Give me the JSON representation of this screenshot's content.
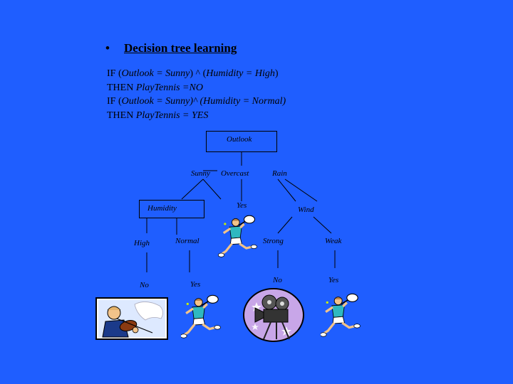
{
  "slide": {
    "bullet_char": "•",
    "heading": "Decision tree learning",
    "rules": [
      {
        "pre": "IF (",
        "ital": "Outlook = Sunny",
        "mid": ") ^ (",
        "ital2": "Humidity = High",
        "post": ")"
      },
      {
        "pre": "THEN ",
        "ital": "PlayTennis =NO",
        "mid": "",
        "ital2": "",
        "post": ""
      },
      {
        "pre": "IF (",
        "ital": "Outlook = Sunny)^ (Humidity = Normal)",
        "mid": "",
        "ital2": "",
        "post": ""
      },
      {
        "pre": "THEN ",
        "ital": "PlayTennis = YES",
        "mid": "",
        "ital2": "",
        "post": ""
      }
    ]
  },
  "tree": {
    "root": "Outlook",
    "branch_sunny": "Sunny",
    "branch_overcast": "Overcast",
    "branch_rain": "Rain",
    "node_humidity": "Humidity",
    "leaf_overcast_yes": "Yes",
    "node_wind": "Wind",
    "branch_high": "High",
    "branch_normal": "Normal",
    "branch_strong": "Strong",
    "branch_weak": "Weak",
    "leaf_high_no": "No",
    "leaf_normal_yes": "Yes",
    "leaf_strong_no": "No",
    "leaf_weak_yes": "Yes"
  },
  "icons": {
    "tennis": "tennis-player-icon",
    "violin": "violin-player-icon",
    "camera": "movie-camera-icon"
  }
}
